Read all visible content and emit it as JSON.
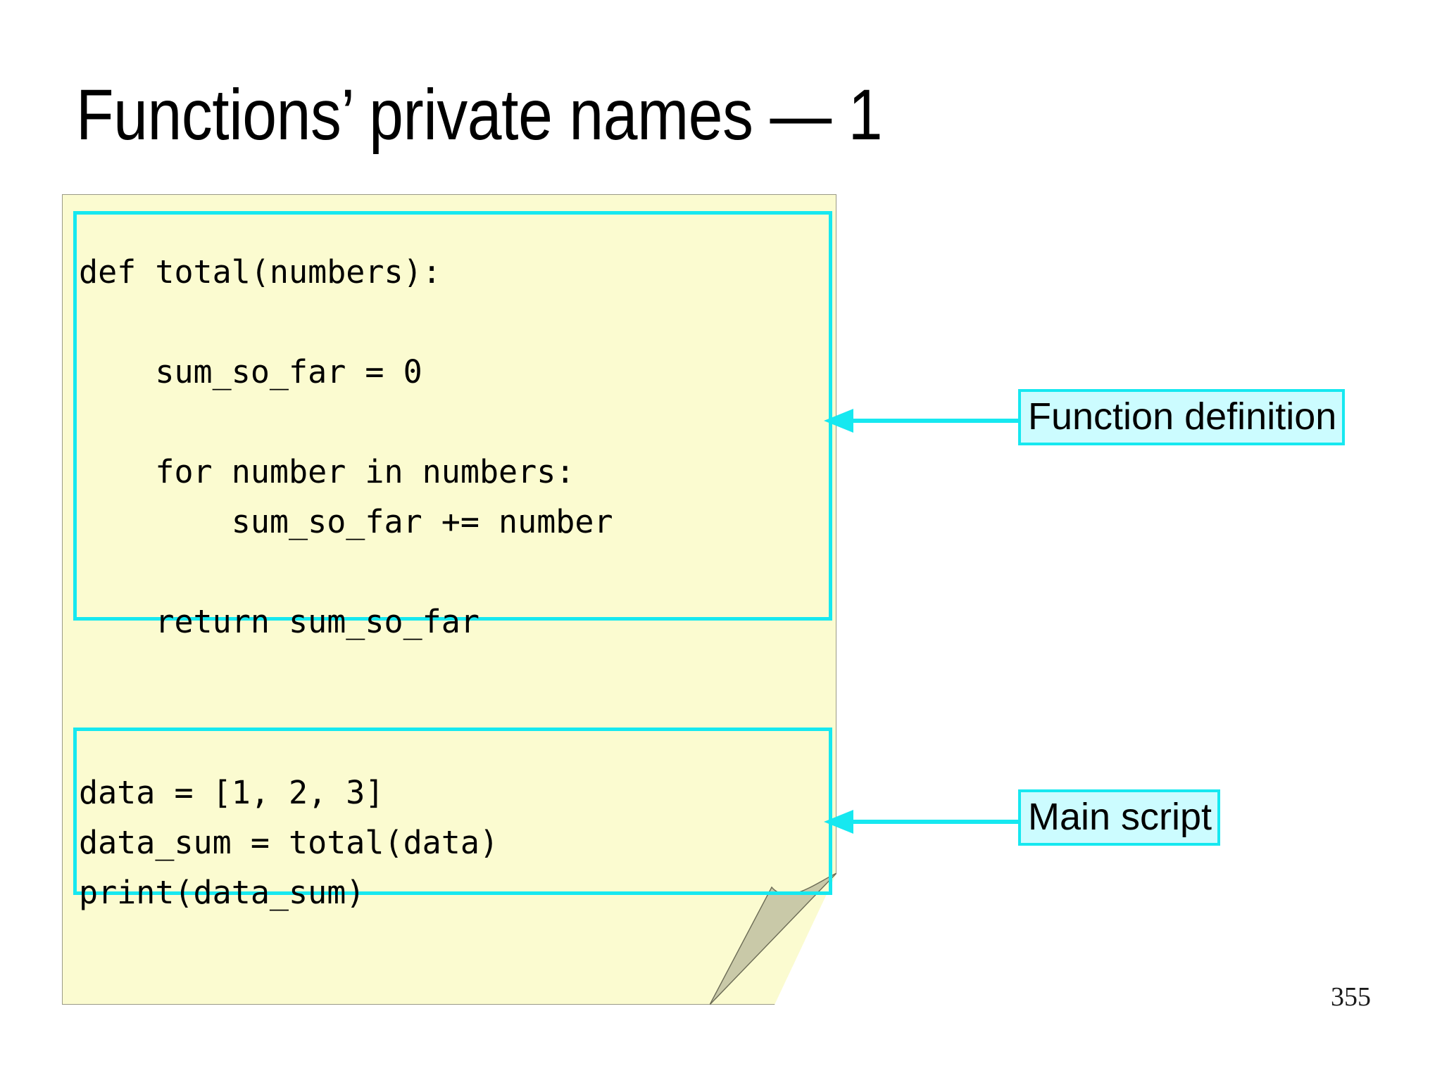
{
  "slide": {
    "title": "Functions’ private names — 1",
    "page_number": "355",
    "background_color": "#ffffff"
  },
  "note_page": {
    "fill_color": "#fbfbd0",
    "border_color": "#9a9a86",
    "fold_color": "#c9c9a8"
  },
  "code_blocks": [
    {
      "name": "function-definition",
      "border_color": "#16e8f0",
      "code": "def total(numbers):\n\n    sum_so_far = 0\n\n    for number in numbers:\n        sum_so_far += number\n\n    return sum_so_far"
    },
    {
      "name": "main-script",
      "border_color": "#16e8f0",
      "code": "data = [1, 2, 3]\ndata_sum = total(data)\nprint(data_sum)"
    }
  ],
  "callouts": [
    {
      "name": "function-definition",
      "label": "Function definition",
      "fill_color": "#ccfcff",
      "border_color": "#16e8f0",
      "arrow_direction": "left"
    },
    {
      "name": "main-script",
      "label": "Main script",
      "fill_color": "#ccfcff",
      "border_color": "#16e8f0",
      "arrow_direction": "left"
    }
  ]
}
